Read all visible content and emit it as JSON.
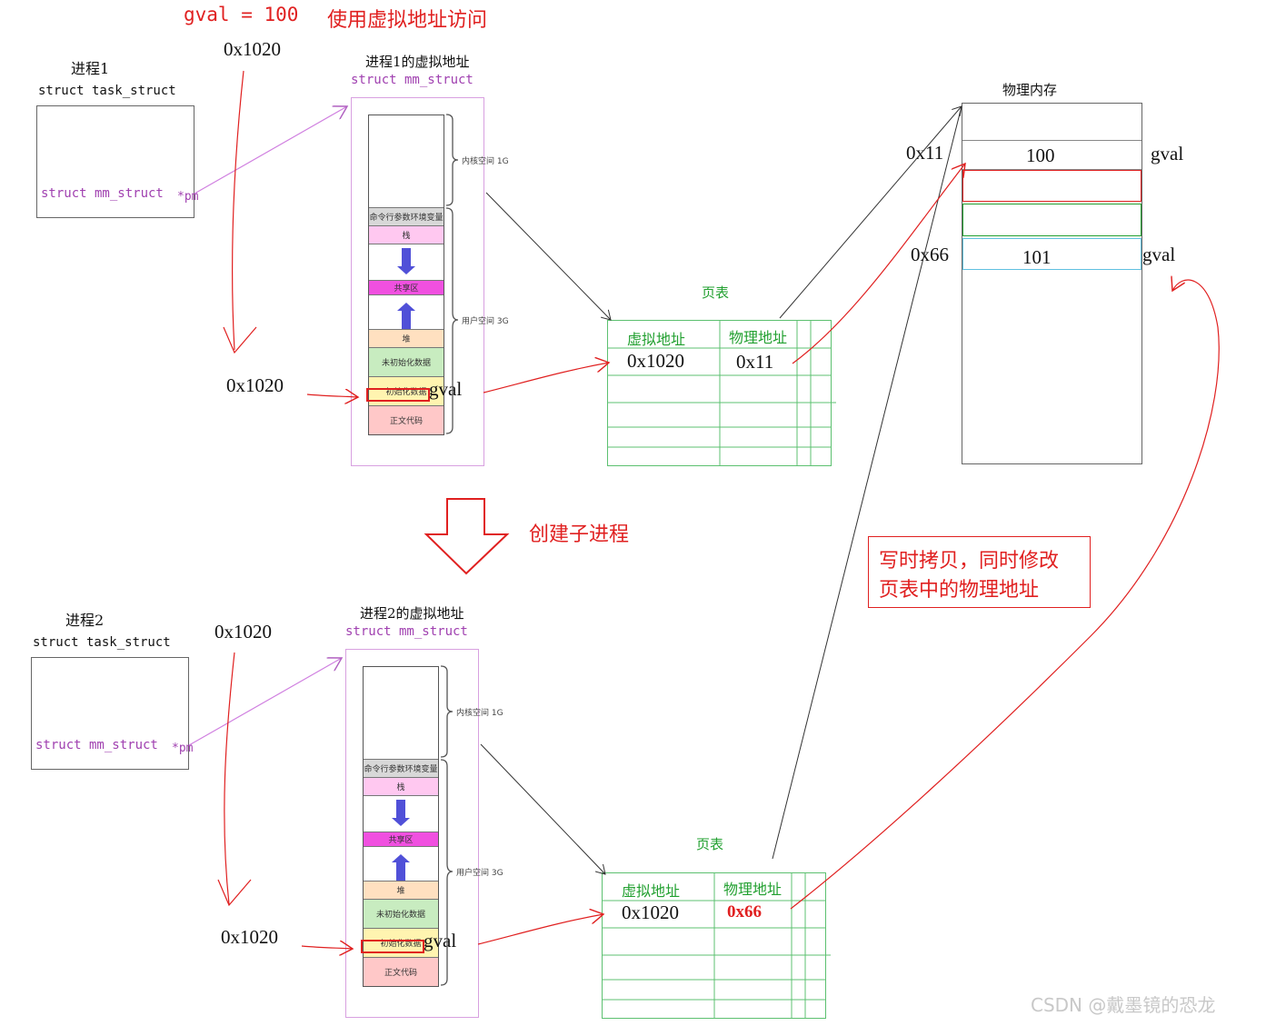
{
  "header": {
    "gval_assign": "gval  =  100",
    "access_note": "使用虚拟地址访问"
  },
  "process1": {
    "name": "进程1",
    "task_struct_label": "struct task_struct",
    "mm_ptr_label": "struct mm_struct",
    "mm_ptr_suffix": "*pm",
    "vaddr_top": "0x1020",
    "vaddr_left": "0x1020",
    "vspace_title": "进程1的虚拟地址",
    "vspace_struct": "struct  mm_struct",
    "gval_label": "gval"
  },
  "process2": {
    "name": "进程2",
    "task_struct_label": "struct task_struct",
    "mm_ptr_label": "struct mm_struct",
    "mm_ptr_suffix": "*pm",
    "vaddr_top": "0x1020",
    "vaddr_left": "0x1020",
    "vspace_title": "进程2的虚拟地址",
    "vspace_struct": "struct  mm_struct",
    "gval_label": "gval"
  },
  "memory_layout": {
    "kernel_label": "内核空间 1G",
    "user_label": "用户空间 3G",
    "segments": [
      "命令行参数环境变量",
      "栈",
      "共享区",
      "堆",
      "未初始化数据",
      "初始化数据",
      "正文代码"
    ]
  },
  "page_table1": {
    "title": "页表",
    "col_virtual": "虚拟地址",
    "col_physical": "物理地址",
    "virtual": "0x1020",
    "physical": "0x11"
  },
  "page_table2": {
    "title": "页表",
    "col_virtual": "虚拟地址",
    "col_physical": "物理地址",
    "virtual": "0x1020",
    "physical": "0x66"
  },
  "physical_memory": {
    "title": "物理内存",
    "addr1": "0x11",
    "value1": "100",
    "gval1": "gval",
    "addr2": "0x66",
    "value2": "101",
    "gval2": "gval"
  },
  "fork_label": "创建子进程",
  "cow_note": {
    "line1": "写时拷贝，同时修改",
    "line2": "页表中的物理地址"
  },
  "watermark": "CSDN @戴墨镜的恐龙",
  "colors": {
    "red": "#e02020",
    "purple": "#a040b0",
    "green": "#22a030",
    "stack": "#ffc8f0",
    "shared": "#f050e0",
    "heap": "#ffe0c0",
    "bss": "#c8ecc0",
    "data": "#fff4b0",
    "text": "#ffc8c8",
    "cmdline": "#d8d8d8"
  }
}
